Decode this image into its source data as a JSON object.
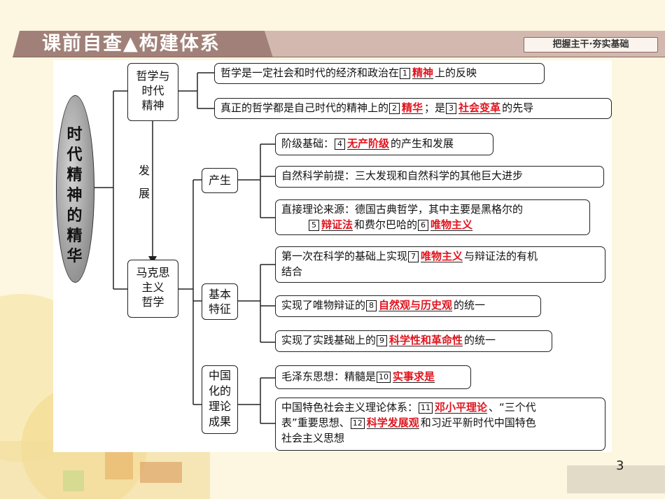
{
  "header": {
    "title": "课前自查▲构建体系",
    "tag": "把握主干·夯实基础"
  },
  "root": {
    "label": "时代精神的精华"
  },
  "level1": {
    "top": {
      "line1": "哲学与",
      "line2": "时代",
      "line3": "精神"
    },
    "bottom": {
      "line1": "马克思",
      "line2": "主义",
      "line3": "哲学"
    },
    "arrow_label_1": "发",
    "arrow_label_2": "展"
  },
  "level2": {
    "origin": "产生",
    "features": {
      "line1": "基本",
      "line2": "特征"
    },
    "china": {
      "line1": "中国",
      "line2": "化的",
      "line3": "理论",
      "line4": "成果"
    }
  },
  "items": {
    "i1": {
      "pre": "哲学是一定社会和时代的经济和政治在",
      "n1": "1",
      "a1": "精神",
      "post": "上的反映"
    },
    "i2": {
      "pre": "真正的哲学都是自己时代的精神上的",
      "n1": "2",
      "a1": "精华",
      "mid": "；是",
      "n2": "3",
      "a2": "社会变革",
      "post": "的先导"
    },
    "i3": {
      "pre": "阶级基础：",
      "n1": "4",
      "a1": "无产阶级",
      "post": "的产生和发展"
    },
    "i4": {
      "pre": "自然科学前提：三大发现和自然科学的其他巨大进步"
    },
    "i5": {
      "line1": "直接理论来源：德国古典哲学，其中主要是黑格尔的",
      "n1": "5",
      "a1": "辩证法",
      "mid": "和费尔巴哈的",
      "n2": "6",
      "a2": "唯物主义"
    },
    "i6": {
      "pre": "第一次在科学的基础上实现",
      "n1": "7",
      "a1": "唯物主义",
      "post": "与辩证法的有机",
      "line2": "结合"
    },
    "i7": {
      "pre": "实现了唯物辩证的",
      "n1": "8",
      "a1": "自然观与历史观",
      "post": "的统一"
    },
    "i8": {
      "pre": "实现了实践基础上的",
      "n1": "9",
      "a1": "科学性和革命性",
      "post": "的统一"
    },
    "i9": {
      "pre": "毛泽东思想：精髓是",
      "n1": "10",
      "a1": "实事求是"
    },
    "i10": {
      "pre": "中国特色社会主义理论体系：",
      "n1": "11",
      "a1": "邓小平理论",
      "mid1": "、“三个代",
      "line2pre": "表”重要思想、",
      "n2": "12",
      "a2": "科学发展观",
      "mid2": "和习近平新时代中国特色",
      "line3": "社会主义思想"
    }
  },
  "page_number": "3"
}
